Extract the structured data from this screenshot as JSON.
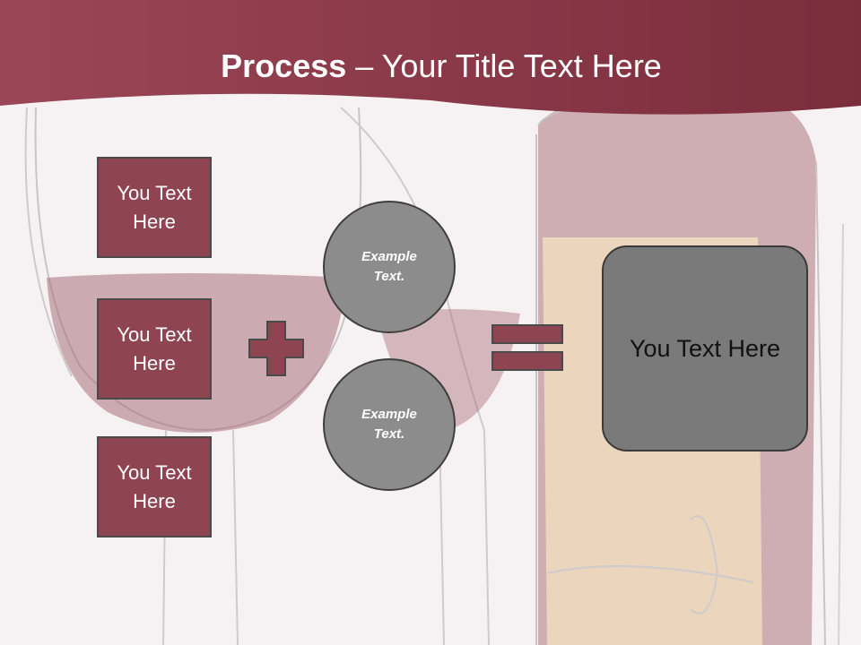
{
  "title": {
    "bold": "Process",
    "rest": " – Your Title Text Here"
  },
  "left_boxes": [
    {
      "label": "You Text Here"
    },
    {
      "label": "You Text Here"
    },
    {
      "label": "You Text Here"
    }
  ],
  "circles": [
    {
      "label": "Example Text."
    },
    {
      "label": "Example Text."
    }
  ],
  "result": {
    "label": "You Text Here"
  },
  "colors": {
    "header": "#8e3f4e",
    "box_fill": "#8f4452",
    "circle_fill": "#8c8c8c",
    "result_fill": "#7a7a7a",
    "operator_fill": "#8f4452"
  },
  "icons": {
    "operator_1": "plus-sign",
    "operator_2": "equals-sign"
  }
}
